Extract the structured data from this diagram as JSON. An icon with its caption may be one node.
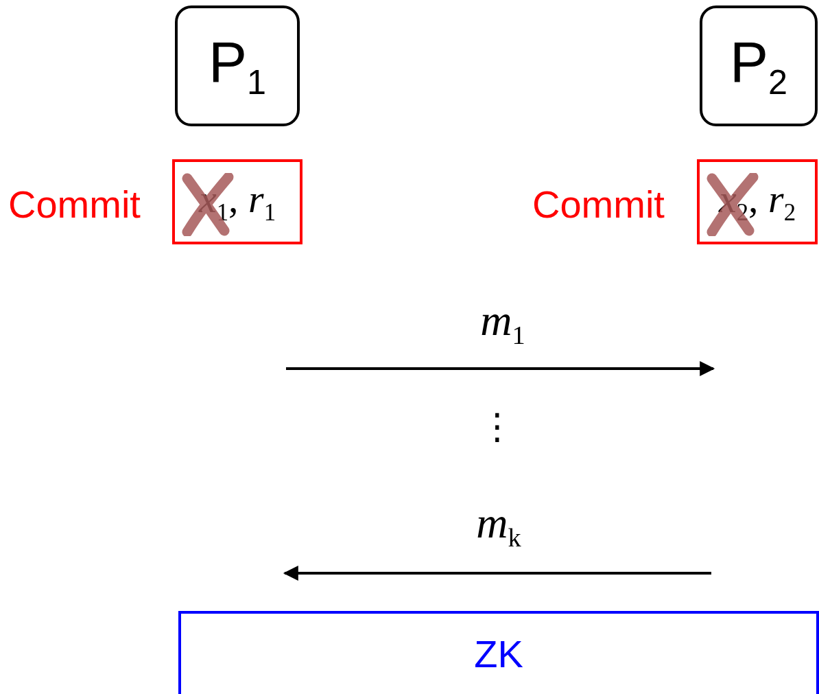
{
  "diagram": {
    "nodes": [
      {
        "text": [
          "P$_{1}$"
        ]
      },
      {
        "text": [
          "P$_{2}$"
        ]
      },
      {
        "text": [
          "*x*$_{1}$, *r*$_{1}$"
        ],
        "beside": [
          "Commit"
        ]
      },
      {
        "text": [
          "*x*$_{2}$, *r*$_{2}$"
        ],
        "beside": [
          "Commit"
        ]
      },
      {
        "text": [
          "ZK"
        ]
      }
    ],
    "labels": [
      "*m*$_{1}$",
      "⋮",
      "*m*$_{k}$"
    ]
  }
}
